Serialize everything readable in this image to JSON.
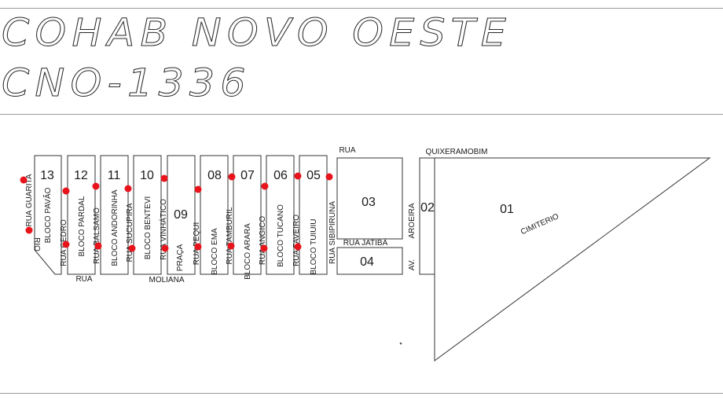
{
  "header": {
    "title_line1": "COHAB NOVO OESTE",
    "title_line2": "CNO-1336"
  },
  "map": {
    "blocks": [
      {
        "number": "13",
        "name": "BLOCO PAVÃO"
      },
      {
        "number": "12",
        "name": "BLOCO PARDAL"
      },
      {
        "number": "11",
        "name": "BLOCO ANDORINHA"
      },
      {
        "number": "10",
        "name": "BLOCO BENTEVI"
      },
      {
        "number": "09",
        "name": "PRAÇA"
      },
      {
        "number": "08",
        "name": "BLOCO EMA"
      },
      {
        "number": "07",
        "name": "BLOCO ARARA"
      },
      {
        "number": "06",
        "name": "BLOCO TUCANO"
      },
      {
        "number": "05",
        "name": "BLOCO TUIUIU"
      },
      {
        "number": "03",
        "name": ""
      },
      {
        "number": "04",
        "name": ""
      },
      {
        "number": "02",
        "name": ""
      },
      {
        "number": "01",
        "name": "CIMITERIO"
      }
    ],
    "streets": {
      "guarita": "RUA GUARITA",
      "rio": "RIO",
      "cedro": "RUA CEDRO",
      "balsamo": "RUA BALSAMO",
      "sucupira": "RUA SUCUPIRA",
      "vinhatico": "RUA VINHÁTICO",
      "pequi": "RUA PEQUI",
      "tamburil": "RUA TAMBURIL",
      "angico": "RUA ANGICO",
      "faveiro": "RUA FAVEIRO",
      "sibipiruna": "RUA SIBIPIRUNA",
      "rua_top": "RUA",
      "quixeramobim": "QUIXERAMOBIM",
      "jatiba": "RUA JATIBÁ",
      "aroeira": "AROEIRA",
      "av": "AV.",
      "rua_bottom": "RUA",
      "moliana": "MOLIANA"
    },
    "marker_color": "#e8141c",
    "marker_count": 19
  }
}
